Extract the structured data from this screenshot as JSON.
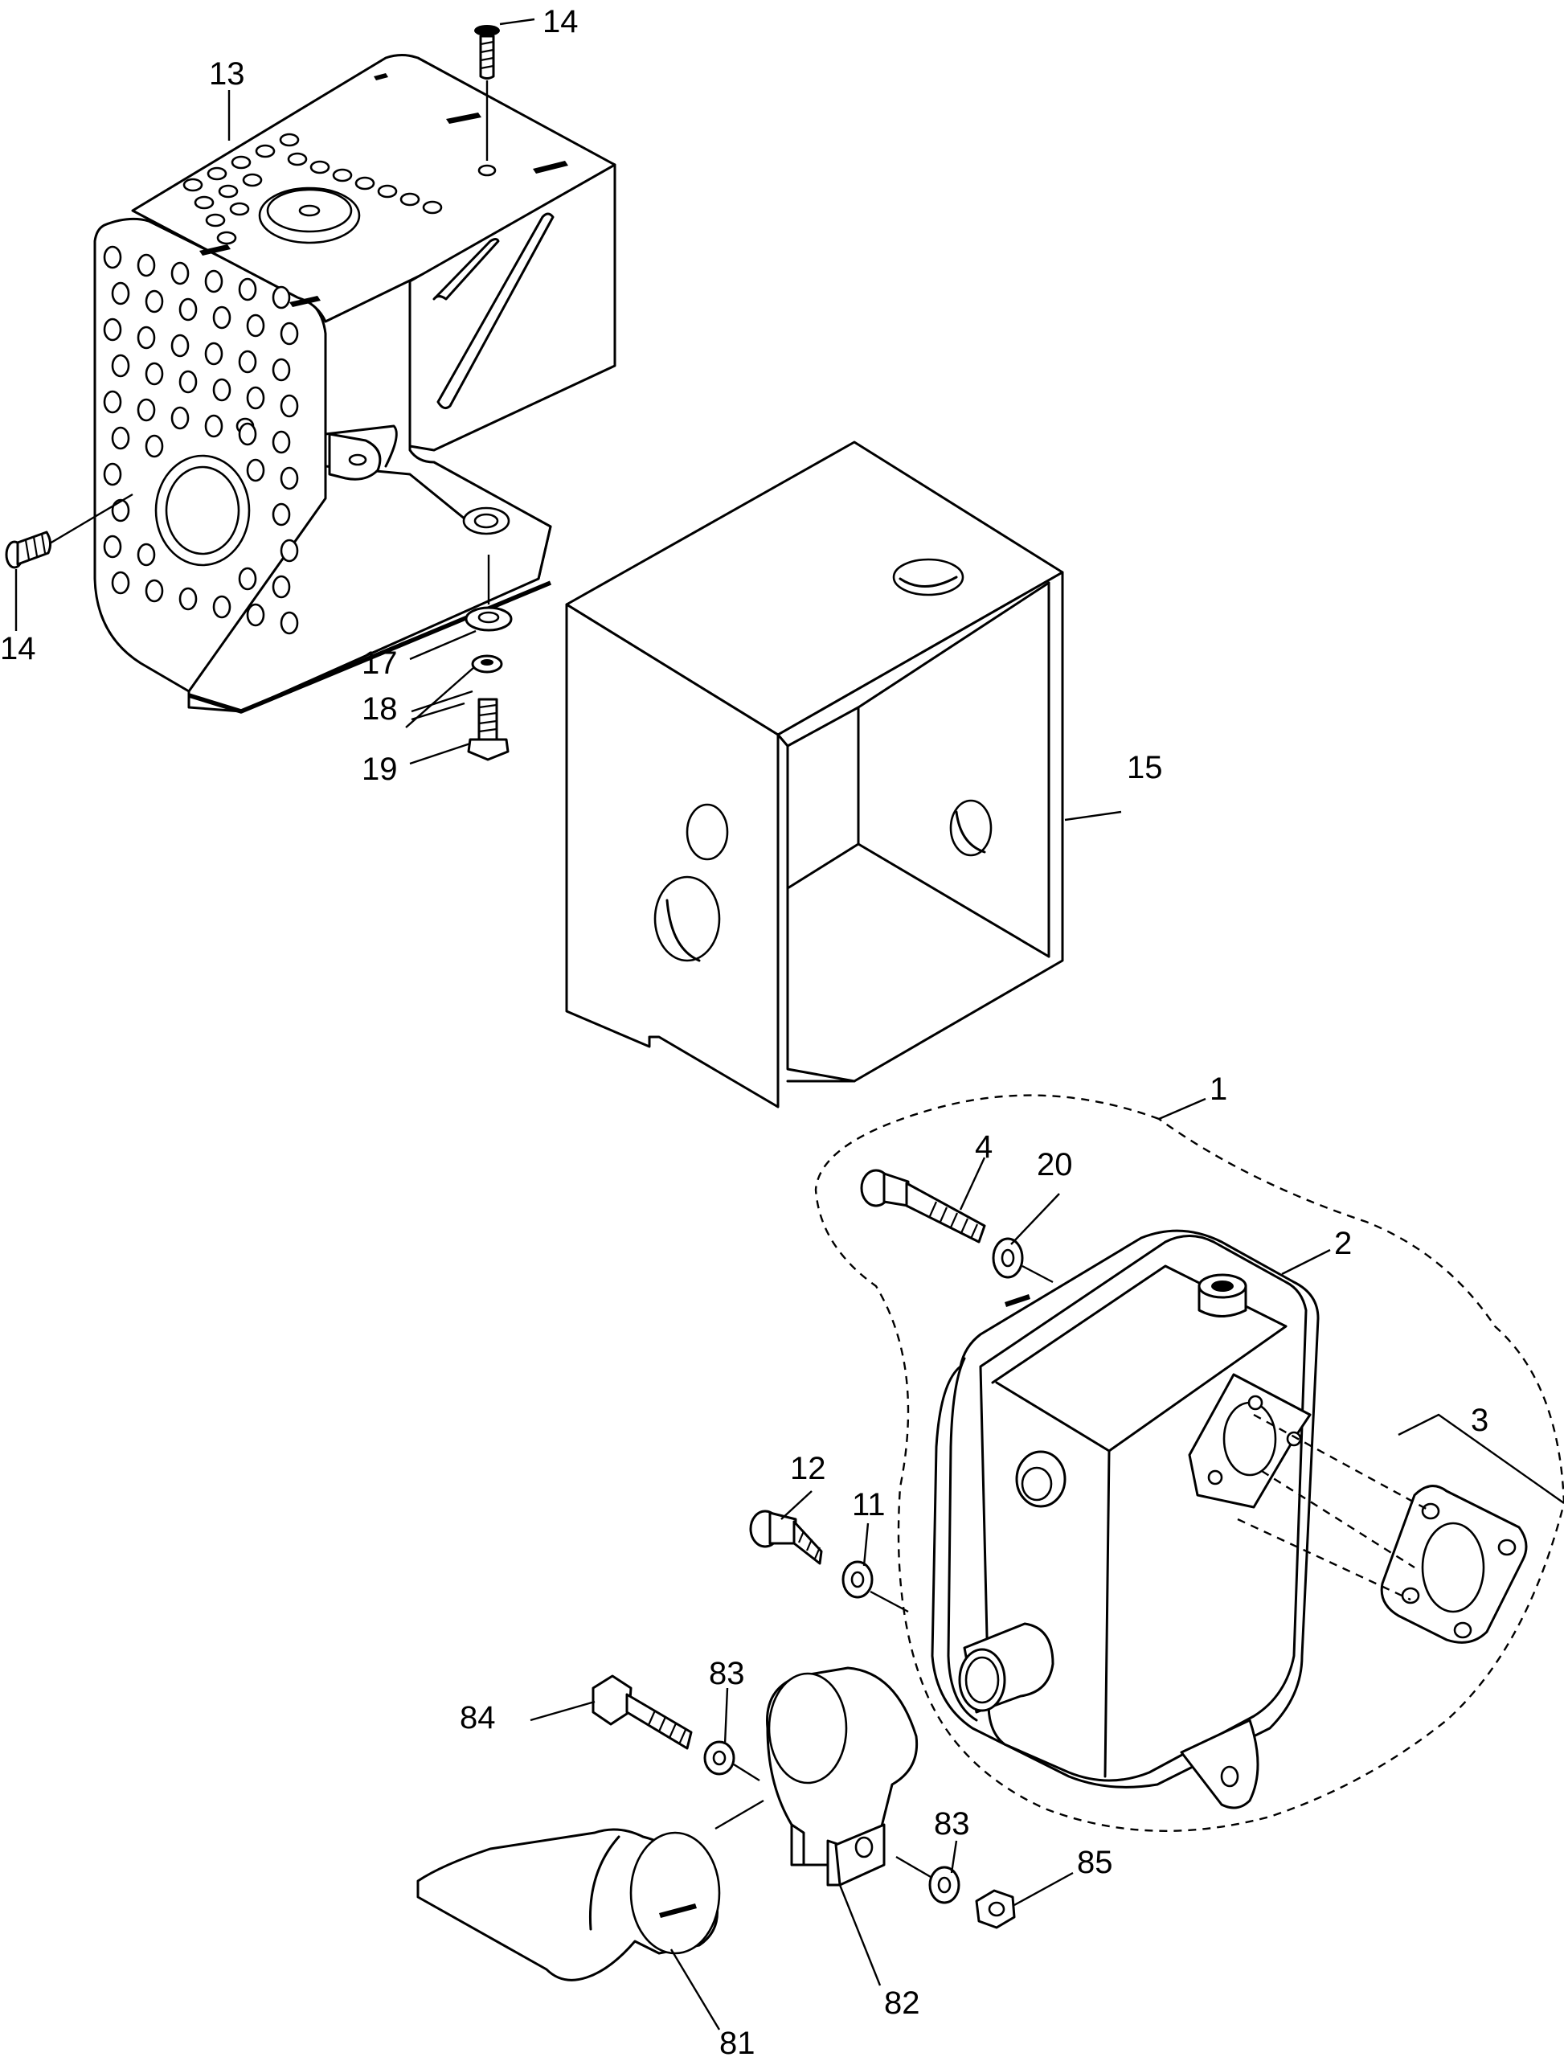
{
  "callouts": {
    "c1": "1",
    "c2": "2",
    "c3": "3",
    "c4": "4",
    "c11": "11",
    "c12": "12",
    "c13": "13",
    "c14_top": "14",
    "c14_left": "14",
    "c15": "15",
    "c17": "17",
    "c18": "18",
    "c19": "19",
    "c20": "20",
    "c81": "81",
    "c82": "82",
    "c83_a": "83",
    "c83_b": "83",
    "c84": "84",
    "c85": "85"
  }
}
